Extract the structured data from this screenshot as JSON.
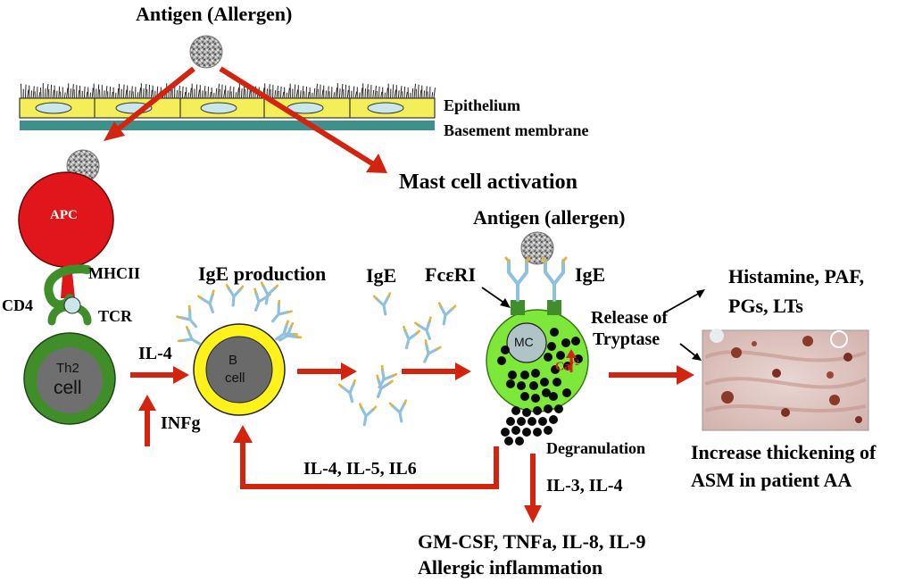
{
  "labels": {
    "antigen_top": "Antigen (Allergen)",
    "epithelium": "Epithelium",
    "basement_membrane": "Basement membrane",
    "mast_cell_activation": "Mast cell activation",
    "antigen_mid": "Antigen (allergen)",
    "apc": "APC",
    "mhcii": "MHCII",
    "cd4": "CD4",
    "tcr": "TCR",
    "th2_line1": "Th2",
    "th2_line2": "cell",
    "il4": "IL-4",
    "infg": "INFg",
    "ige_production": "IgE production",
    "bcell_line1": "B",
    "bcell_line2": "cell",
    "ige_free": "IgE",
    "fceri": "FcεRI",
    "ige_bound": "IgE",
    "mc": "MC",
    "ca": "Ca",
    "ca_sup": "+2",
    "release_line1": "Release of",
    "release_line2": "Tryptase",
    "histamine_line1": "Histamine, PAF,",
    "histamine_line2": "PGs, LTs",
    "degranulation": "Degranulation",
    "feedback": "IL-4, IL-5, IL6",
    "il3_il4": "IL-3, IL-4",
    "cytokines": "GM-CSF, TNFa, IL-8, IL-9",
    "allergic_inflammation": "Allergic inflammation",
    "asm_line1": "Increase thickening of",
    "asm_line2": "ASM in patient AA"
  },
  "colors": {
    "arrow_red": "#d32410",
    "apc_red": "#e0161a",
    "th2_green": "#3f8e2a",
    "th2_nucleus": "#6f6f6f",
    "bcell_yellow": "#fff21a",
    "bcell_nucleus": "#6a6a6a",
    "mast_green": "#7de83a",
    "mc_nucleus": "#b0c4c8",
    "epithelium_yellow": "#f4ef58",
    "basement_teal": "#3f8f8a",
    "antibody_blue": "#8fc1dd",
    "antibody_tip": "#e5b23a",
    "granule_black": "#0a0a0a"
  }
}
